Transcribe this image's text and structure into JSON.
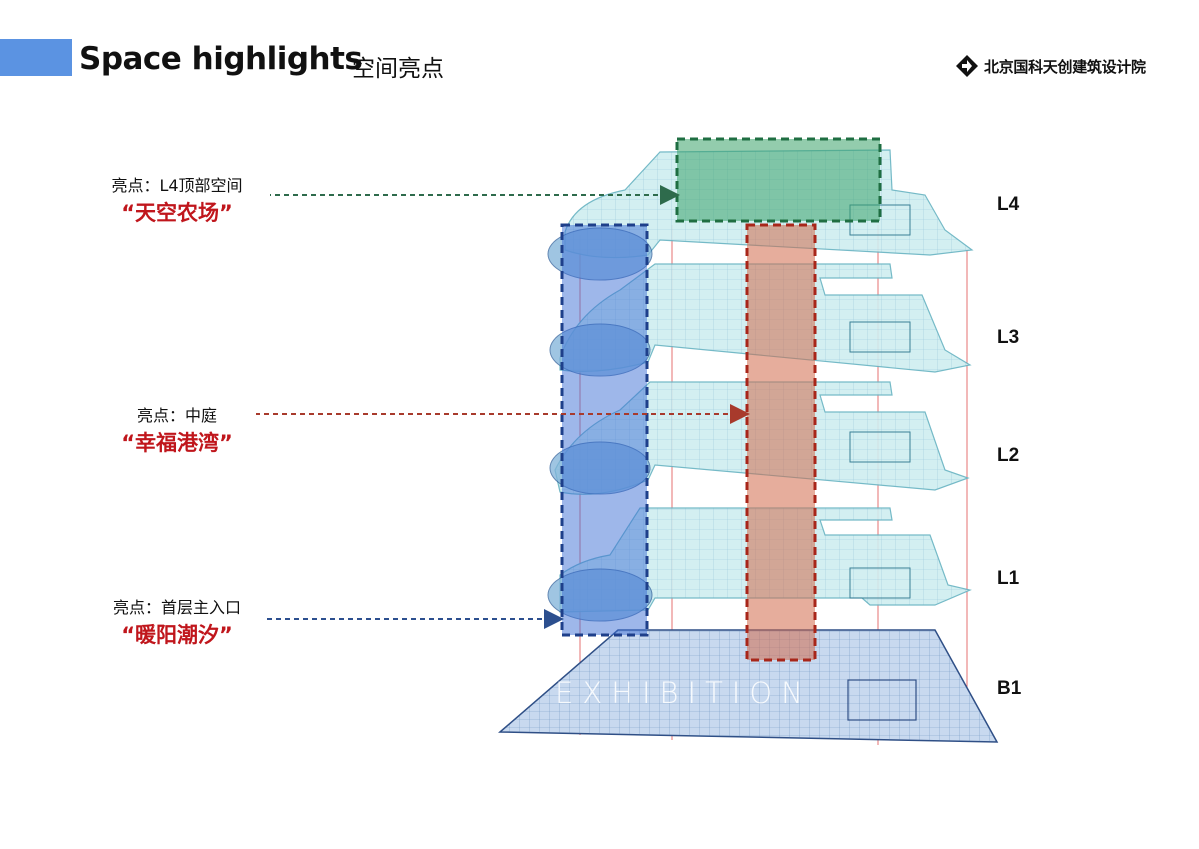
{
  "header": {
    "title": "Space highlights",
    "subtitle": "空间亮点",
    "accent_color": "#5b93e2"
  },
  "logo": {
    "text": "北京国科天创建筑设计院",
    "icon": "diamond-arrow-logo-icon"
  },
  "callouts": [
    {
      "label": "亮点：L4顶部空间",
      "name": "“天空农场”",
      "color": "#2e6b4c"
    },
    {
      "label": "亮点：中庭",
      "name": "“幸福港湾”",
      "color": "#a83a2c"
    },
    {
      "label": "亮点：首层主入口",
      "name": "“暖阳潮汐”",
      "color": "#2c4f8f"
    }
  ],
  "floors": [
    "L4",
    "L3",
    "L2",
    "L1",
    "B1"
  ],
  "highlight_zones": {
    "sky_farm_color": "#3aa36a",
    "atrium_color": "#d2694a",
    "entrance_color": "#3d6fd6"
  },
  "watermark": "EXHIBITION"
}
